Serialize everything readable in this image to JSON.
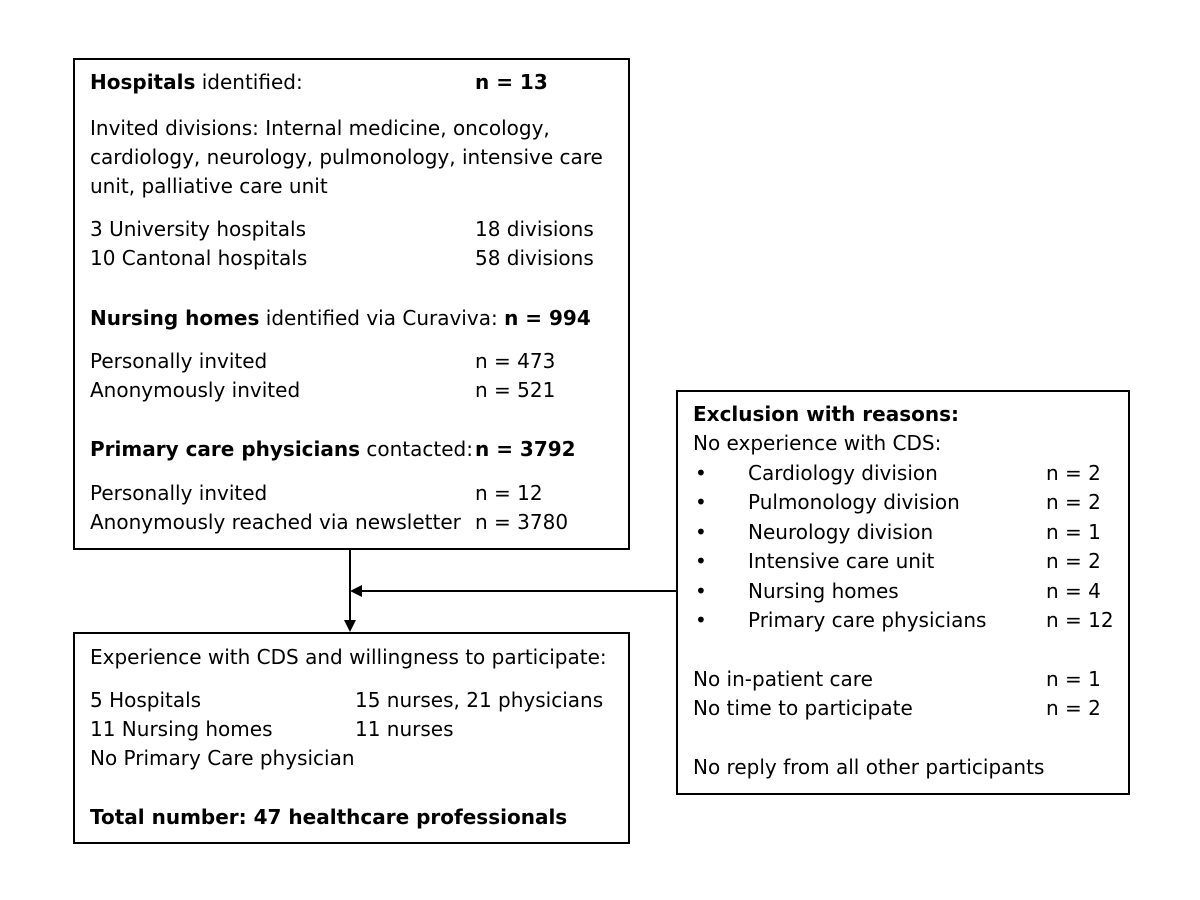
{
  "sources": {
    "hospitals": {
      "label_bold": "Hospitals",
      "label_rest": " identified:",
      "count": "n = 13",
      "invited_line1": "Invited divisions: Internal medicine, oncology,",
      "invited_line2": "cardiology, neurology, pulmonology, intensive care",
      "invited_line3": "unit, palliative care unit",
      "rows": [
        {
          "name": "3 University hospitals",
          "value": "18 divisions"
        },
        {
          "name": "10 Cantonal hospitals",
          "value": "58 divisions"
        }
      ]
    },
    "nursing_homes": {
      "label_bold": "Nursing homes",
      "label_rest": " identified via Curaviva: ",
      "count": "n = 994",
      "rows": [
        {
          "name": "Personally invited",
          "value": "n = 473"
        },
        {
          "name": "Anonymously invited",
          "value": "n = 521"
        }
      ]
    },
    "primary_care": {
      "label_bold": "Primary care physicians",
      "label_rest": " contacted:",
      "count": "n = 3792",
      "rows": [
        {
          "name": "Personally invited",
          "value": "n = 12"
        },
        {
          "name": "Anonymously reached via newsletter",
          "value": "n = 3780"
        }
      ]
    }
  },
  "exclusion": {
    "title": "Exclusion with reasons:",
    "subtitle": "No experience with CDS:",
    "bullet": "•",
    "items": [
      {
        "name": "Cardiology division",
        "value": "n = 2"
      },
      {
        "name": "Pulmonology division",
        "value": "n = 2"
      },
      {
        "name": "Neurology division",
        "value": "n = 1"
      },
      {
        "name": "Intensive care unit",
        "value": "n = 2"
      },
      {
        "name": "Nursing homes",
        "value": "n = 4"
      },
      {
        "name": "Primary care physicians",
        "value": "n = 12"
      }
    ],
    "other": [
      {
        "name": "No in-patient care",
        "value": "n = 1"
      },
      {
        "name": "No time to participate",
        "value": "n = 2"
      }
    ],
    "footer": "No reply from all other participants"
  },
  "result": {
    "heading": "Experience with CDS and willingness to participate:",
    "rows": [
      {
        "name": "5 Hospitals",
        "value": "15 nurses, 21 physicians"
      },
      {
        "name": "11 Nursing homes",
        "value": "11 nurses"
      }
    ],
    "no_pcp": "No Primary Care physician",
    "total": "Total number:  47 healthcare professionals"
  }
}
